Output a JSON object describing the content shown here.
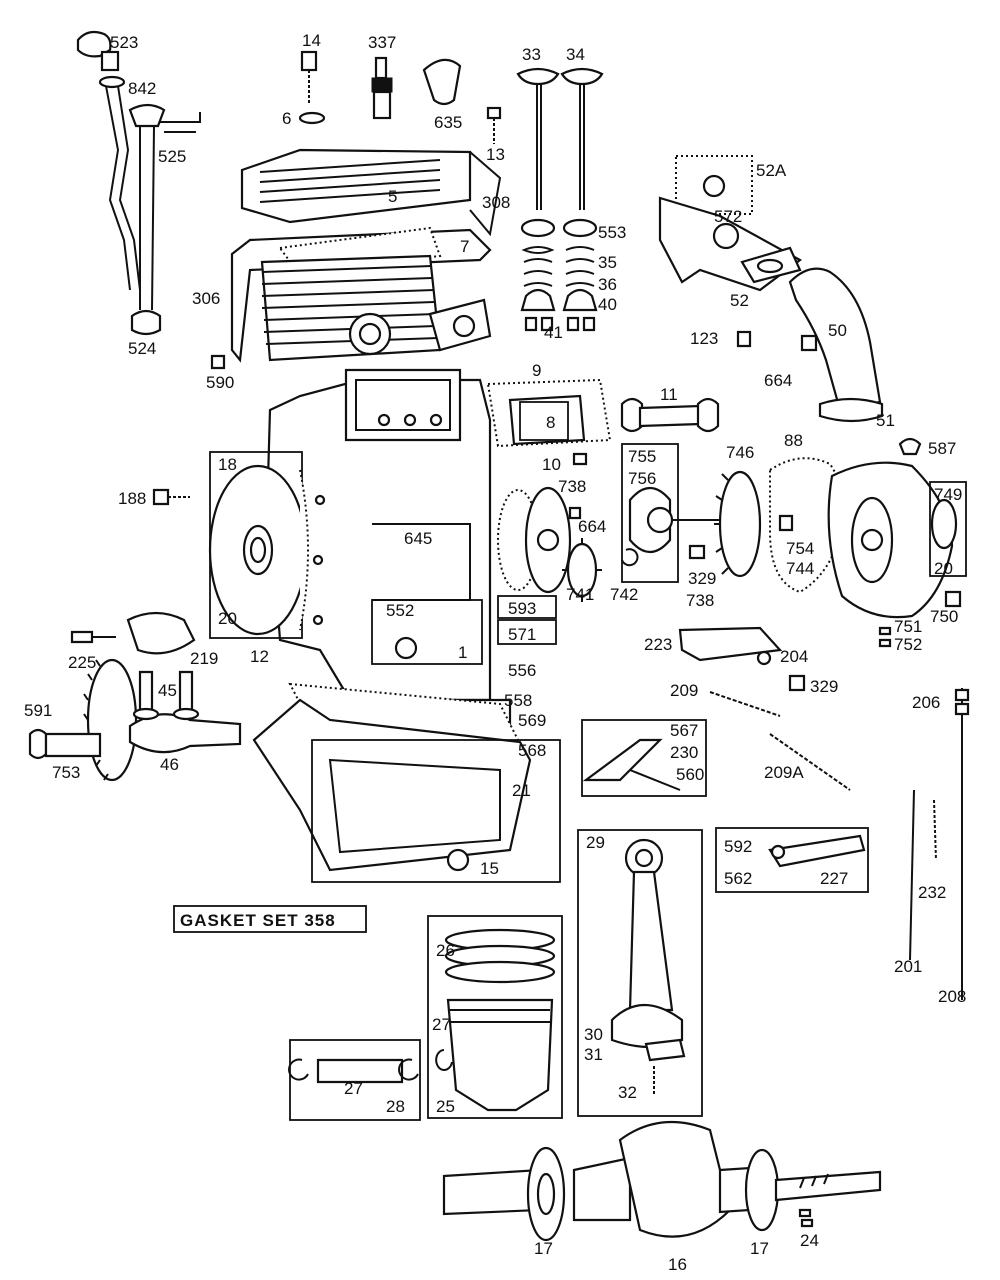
{
  "diagram": {
    "gasket_set_label": "GASKET SET 358",
    "part_numbers": {
      "p523": "523",
      "p842": "842",
      "p525": "525",
      "p524": "524",
      "p590": "590",
      "p306": "306",
      "p14": "14",
      "p6": "6",
      "p337": "337",
      "p635": "635",
      "p13": "13",
      "p5": "5",
      "p308": "308",
      "p7": "7",
      "p33": "33",
      "p34": "34",
      "p553": "553",
      "p35": "35",
      "p36": "36",
      "p40": "40",
      "p41": "41",
      "p52A": "52A",
      "p572": "572",
      "p52": "52",
      "p50": "50",
      "p123": "123",
      "p664a": "664",
      "p51": "51",
      "p9": "9",
      "p8": "8",
      "p11": "11",
      "p10": "10",
      "p18": "18",
      "p188": "188",
      "p20a": "20",
      "p12": "12",
      "p645": "645",
      "p552": "552",
      "p1": "1",
      "p738a": "738",
      "p664b": "664",
      "p593": "593",
      "p571": "571",
      "p741": "741",
      "p742": "742",
      "p755": "755",
      "p756": "756",
      "p746": "746",
      "p329a": "329",
      "p738b": "738",
      "p88": "88",
      "p754": "754",
      "p744": "744",
      "p587": "587",
      "p749": "749",
      "p20b": "20",
      "p750": "750",
      "p751": "751",
      "p752": "752",
      "p225": "225",
      "p219": "219",
      "p591": "591",
      "p753": "753",
      "p45": "45",
      "p46": "46",
      "p556": "556",
      "p558": "558",
      "p569": "569",
      "p568": "568",
      "p21": "21",
      "p15": "15",
      "p223": "223",
      "p204": "204",
      "p329b": "329",
      "p209": "209",
      "p209A": "209A",
      "p567": "567",
      "p230": "230",
      "p560": "560",
      "p206": "206",
      "p592": "592",
      "p562": "562",
      "p227": "227",
      "p232": "232",
      "p201": "201",
      "p208": "208",
      "p29": "29",
      "p30": "30",
      "p31": "31",
      "p32": "32",
      "p26": "26",
      "p27a": "27",
      "p25": "25",
      "p27b": "27",
      "p28": "28",
      "p17a": "17",
      "p16": "16",
      "p17b": "17",
      "p24": "24"
    }
  }
}
